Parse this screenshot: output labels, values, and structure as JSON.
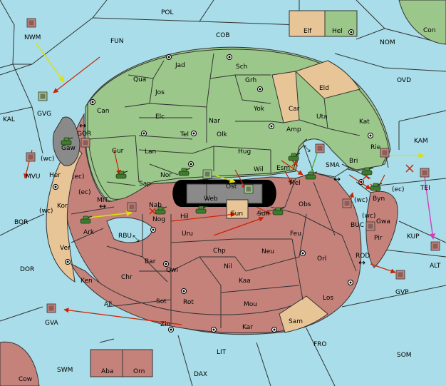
{
  "map": {
    "colors": {
      "sea": "#a8dde9",
      "green": "#9cc78a",
      "red": "#c4827b",
      "neutral": "#e8c596",
      "grey": "#8a8a8a",
      "black": "#000000",
      "yellow": "#ffff00",
      "red_order": "#cc2200",
      "magenta": "#d040c0"
    },
    "seas": {
      "pol": "POL",
      "nwm": "NWM",
      "fun": "FUN",
      "cob": "COB",
      "nom": "NOM",
      "ovd": "OVD",
      "kal": "KAL",
      "gor": "GOR",
      "mit": "MIT",
      "bor": "BOR",
      "rbu": "RBU",
      "dor": "DOR",
      "sma": "SMA",
      "kam": "KAM",
      "buc": "BUC",
      "kup": "KUP",
      "rod": "ROD",
      "alt": "ALT",
      "gva": "GVA",
      "gvp": "GVP",
      "gvg": "GVG",
      "mvu": "MVU",
      "tei": "TEI",
      "fro": "FRO",
      "som": "SOM",
      "lit": "LIT",
      "swm": "SWM",
      "dax": "DAX"
    },
    "provinces": {
      "jad": "Jad",
      "sch": "Sch",
      "qua": "Qua",
      "jos": "Jos",
      "grh": "Grh",
      "eld": "Eld",
      "can": "Can",
      "car": "Car",
      "yok": "Yok",
      "elc": "Elc",
      "nar": "Nar",
      "uta": "Uta",
      "kat": "Kat",
      "tel": "Tel",
      "olk": "Olk",
      "amp": "Amp",
      "gaw": "Gaw",
      "gur": "Gur",
      "lan": "Lan",
      "hug": "Hug",
      "rie": "Rie",
      "esm": "Esm",
      "wil": "Wil",
      "bri": "Bri",
      "her": "Her",
      "nor": "Nor",
      "skr": "Skr",
      "sap": "Sap",
      "ost": "Ost",
      "web": "Web",
      "mel": "Mel",
      "byn": "Byn",
      "kor": "Kor",
      "nab": "Nab",
      "eun": "Eun",
      "obs": "Obs",
      "hil": "Hil",
      "nog": "Nog",
      "sun": "Sun",
      "gwa": "Gwa",
      "ark": "Ark",
      "uru": "Uru",
      "feu": "Feu",
      "pir": "Pir",
      "ver": "Ver",
      "chp": "Chp",
      "neu": "Neu",
      "bar": "Bar",
      "qwi": "Qwi",
      "nil": "Nil",
      "orl": "Orl",
      "ken": "Ken",
      "chr": "Chr",
      "kaa": "Kaa",
      "los": "Los",
      "sot": "Sot",
      "rot": "Rot",
      "mou": "Mou",
      "ail": "Ail",
      "zin": "Zin",
      "kar": "Kar",
      "sam": "Sam",
      "elf": "Elf",
      "hel": "Hel",
      "con": "Con",
      "aba": "Aba",
      "orn": "Orn",
      "cow": "Cow"
    },
    "coast_tags": {
      "wc1": "(wc)",
      "ec1": "(ec)",
      "ec2": "(ec)",
      "wc2": "(wc)",
      "wc3": "(wc)",
      "ec3": "(ec)",
      "wc4": "(wc)"
    },
    "arrow_glyphs": {
      "double_h": "↔",
      "double_diag": "⤡"
    }
  }
}
